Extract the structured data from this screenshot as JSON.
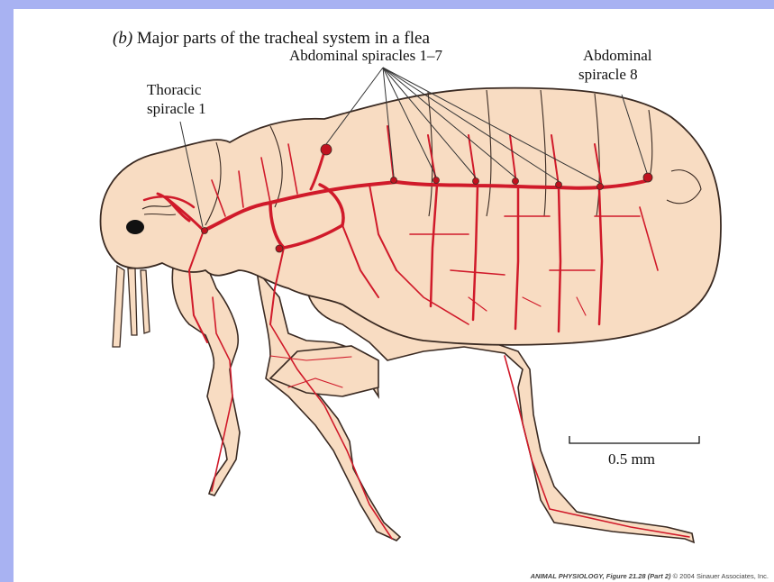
{
  "figure": {
    "caption_tag": "(b)",
    "caption_text": "Major parts of the tracheal system in a flea",
    "labels": {
      "abdominal_spiracles": "Abdominal spiracles 1–7",
      "abdominal_spiracle_8_line1": "Abdominal",
      "abdominal_spiracle_8_line2": "spiracle 8",
      "thoracic_line1": "Thoracic",
      "thoracic_line2": "spiracle 1"
    },
    "scale_bar_label": "0.5 mm",
    "credit_source": "ANIMAL PHYSIOLOGY, Figure 21.28 (Part 2)",
    "credit_rest": " © 2004 Sinauer Associates, Inc."
  },
  "colors": {
    "frame_band": "#a8b2f2",
    "body_fill": "#f8dcc2",
    "outline": "#3a2a22",
    "trachea": "#d01a2a",
    "spiracle": "#c0121f"
  }
}
